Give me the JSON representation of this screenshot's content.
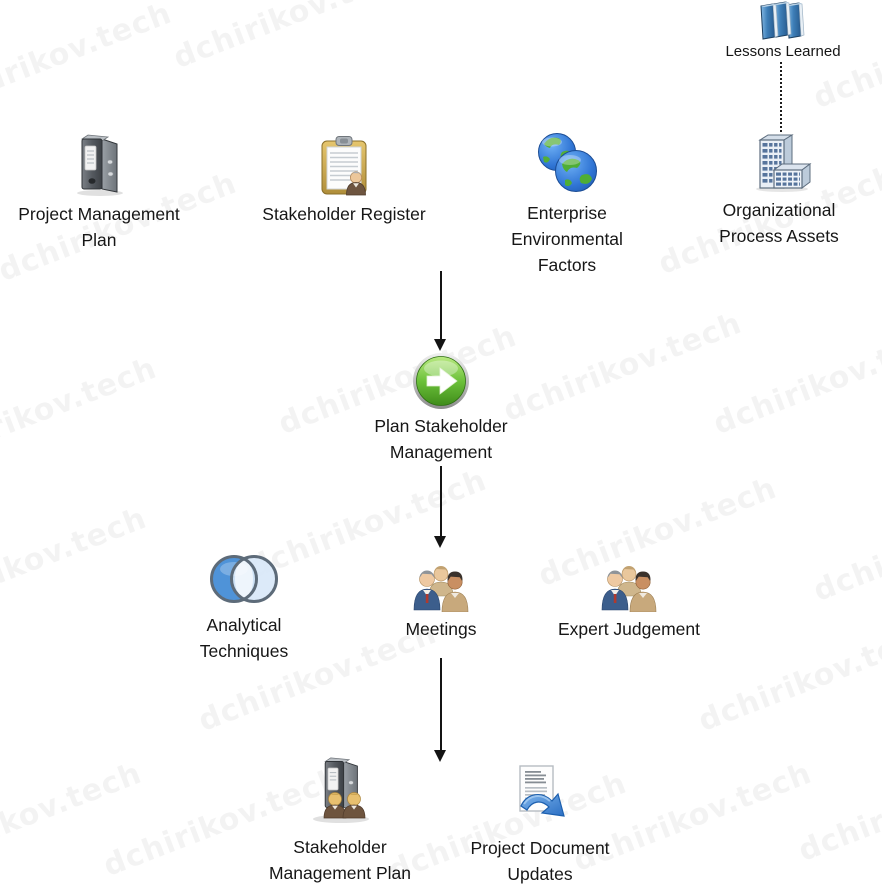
{
  "watermark": {
    "text": "dchirikov.tech"
  },
  "process": {
    "label": "Plan Stakeholder Management"
  },
  "inputs": [
    {
      "label": "Project Management Plan",
      "icon": "binder-icon"
    },
    {
      "label": "Stakeholder Register",
      "icon": "clipboard-person-icon"
    },
    {
      "label": "Enterprise Environmental Factors",
      "icon": "twin-globes-icon"
    },
    {
      "label": "Organizational Process Assets",
      "icon": "office-building-icon"
    }
  ],
  "lessons_learned": {
    "label": "Lessons Learned",
    "icon": "books-icon"
  },
  "tools_techniques": [
    {
      "label": "Analytical Techniques",
      "icon": "venn-circles-icon"
    },
    {
      "label": "Meetings",
      "icon": "people-group-icon"
    },
    {
      "label": "Expert Judgement",
      "icon": "people-group-icon"
    }
  ],
  "outputs": [
    {
      "label": "Stakeholder Management Plan",
      "icon": "binder-people-icon"
    },
    {
      "label": "Project Document Updates",
      "icon": "document-update-icon"
    }
  ]
}
